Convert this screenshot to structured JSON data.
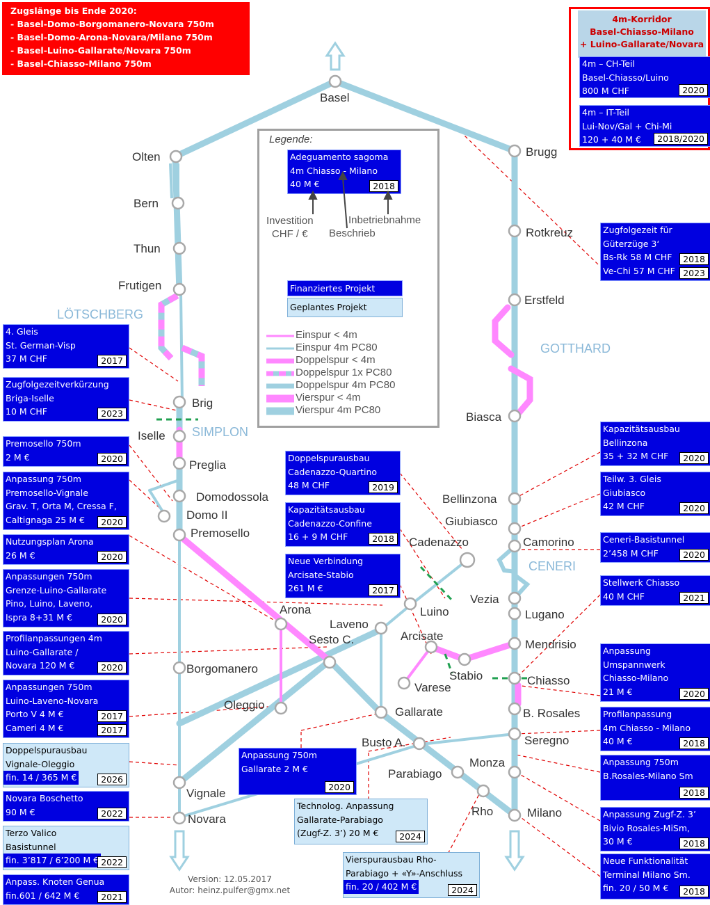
{
  "top_notice": {
    "title": "Zugslänge bis Ende 2020:",
    "lines": [
      "- Basel-Domo-Borgomanero-Novara 750m",
      "- Basel-Domo-Arona-Novara/Milano 750m",
      "- Basel-Luino-Gallarate/Novara 750m",
      "- Basel-Chiasso-Milano  750m"
    ]
  },
  "corridor": {
    "title": [
      "4m-Korridor",
      "Basel-Chiasso-Milano",
      "+ Luino-Gallarate/Novara"
    ],
    "ch_part": {
      "lines": [
        "4m – CH-Teil",
        "Basel-Chiasso/Luino",
        "800 M CHF"
      ],
      "year": "2020"
    },
    "it_part": {
      "lines": [
        "4m – IT-Teil",
        "Lui-Nov/Gal + Chi-Mi",
        "120 + 40 M €"
      ],
      "year": "2018/2020"
    }
  },
  "legend": {
    "title": "Legende:",
    "sample_lines": [
      "Adeguamento sagoma",
      "4m Chiasso - Milano",
      "40 M €"
    ],
    "sample_year": "2018",
    "investition": [
      "Investition",
      "CHF / €"
    ],
    "beschrieb": "Beschrieb",
    "inbetriebnahme": "Inbetriebnahme",
    "financed": "Finanziertes Projekt",
    "planned": "Geplantes Projekt",
    "line_types": [
      "Einspur < 4m",
      "Einspur 4m PC80",
      "Doppelspur   < 4m",
      "Doppelspur   1x PC80",
      "Doppelspur     4m PC80",
      "Vierspur       < 4m",
      "Vierspur       4m PC80"
    ]
  },
  "stations": {
    "basel": "Basel",
    "olten": "Olten",
    "bern": "Bern",
    "thun": "Thun",
    "frutigen": "Frutigen",
    "brig": "Brig",
    "iselle": "Iselle",
    "preglia": "Preglia",
    "domodossola": "Domodossola",
    "domo2": "Domo II",
    "premosello": "Premosello",
    "arona": "Arona",
    "borgomanero": "Borgomanero",
    "oleggio": "Oleggio",
    "vignale": "Vignale",
    "novara": "Novara",
    "sesto": "Sesto C.",
    "laveno": "Laveno",
    "luino": "Luino",
    "arcisate": "Arcisate",
    "stabio": "Stabio",
    "varese": "Varese",
    "gallarate": "Gallarate",
    "busto": "Busto A.",
    "parabiago": "Parabiago",
    "rho": "Rho",
    "monza": "Monza",
    "milano": "Milano",
    "brugg": "Brugg",
    "rotkreuz": "Rotkreuz",
    "erstfeld": "Erstfeld",
    "biasca": "Biasca",
    "bellinzona": "Bellinzona",
    "giubiasco": "Giubiasco",
    "cadenazzo": "Cadenazzo",
    "camorino": "Camorino",
    "vezia": "Vezia",
    "lugano": "Lugano",
    "mendrisio": "Mendrisio",
    "chiasso": "Chiasso",
    "brosales": "B. Rosales",
    "seregno": "Seregno"
  },
  "regions": {
    "loetschberg": "LÖTSCHBERG",
    "simplon": "SIMPLON",
    "gotthard": "GOTTHARD",
    "ceneri": "CENERI"
  },
  "projects_left": [
    {
      "lines": [
        "4. Gleis",
        "St. German-Visp",
        "37 M CHF"
      ],
      "year": "2017",
      "kind": "fin"
    },
    {
      "lines": [
        "Zugfolgezeitverkürzung",
        "Briga-Iselle",
        "10 M CHF"
      ],
      "year": "2023",
      "kind": "fin"
    },
    {
      "lines": [
        "Premosello 750m",
        "2 M €"
      ],
      "year": "2020",
      "kind": "fin"
    },
    {
      "lines": [
        "Anpassung 750m",
        "Premosello-Vignale",
        "Grav. T, Orta M, Cressa F,",
        "Caltignaga 25 M €"
      ],
      "year": "2020",
      "kind": "fin"
    },
    {
      "lines": [
        "Nutzungsplan Arona",
        "26 M €"
      ],
      "year": "2020",
      "kind": "fin"
    },
    {
      "lines": [
        "Anpassungen 750m",
        "Grenze-Luino-Gallarate",
        "Pino, Luino, Laveno,",
        "Ispra 8+31 M €"
      ],
      "year": "2020",
      "kind": "fin"
    },
    {
      "lines": [
        "Profilanpassungen 4m",
        "Luino-Gallarate /",
        "Novara  120 M €"
      ],
      "year": "2020",
      "kind": "fin"
    },
    {
      "lines": [
        "Anpassungen 750m",
        "Luino-Laveno-Novara",
        "Porto V 4  M €",
        "Cameri 4 M €"
      ],
      "year": "2017",
      "year2": "2017",
      "kind": "fin"
    },
    {
      "lines": [
        "Doppelspurausbau",
        "Vignale-Oleggio"
      ],
      "fin": "fin. 14 / 365 M €",
      "year": "2026",
      "kind": "plan"
    },
    {
      "lines": [
        "Novara Boschetto",
        "90 M €"
      ],
      "year": "2022",
      "kind": "fin"
    },
    {
      "lines": [
        "Terzo Valico",
        "Basistunnel"
      ],
      "fin": "fin. 3’817 / 6’200 M €",
      "year": "2022",
      "kind": "plan"
    },
    {
      "lines": [
        "Anpass. Knoten Genua"
      ],
      "fin": "fin.601 / 642 M €",
      "year": "2021",
      "kind": "fin"
    }
  ],
  "projects_mid": [
    {
      "lines": [
        "Doppelspurausbau",
        "Cadenazzo-Quartino",
        "48 M CHF"
      ],
      "year": "2019",
      "kind": "fin"
    },
    {
      "lines": [
        "Kapazitätsausbau",
        "Cadenazzo-Confine",
        "16 + 9 M CHF"
      ],
      "year": "2018",
      "kind": "fin"
    },
    {
      "lines": [
        "Neue Verbindung",
        "Arcisate-Stabio",
        "261 M €"
      ],
      "year": "2017",
      "kind": "fin"
    },
    {
      "lines": [
        "Anpassung 750m",
        "Gallarate  2 M €"
      ],
      "year": "2020",
      "kind": "fin"
    },
    {
      "lines": [
        "Technolog. Anpassung",
        "Gallarate-Parabiago",
        "(Zugf-Z. 3’) 20 M €"
      ],
      "year": "2024",
      "kind": "plan"
    },
    {
      "lines": [
        "Vierspurausbau Rho-",
        "Parabiago + «Y»-Anschluss"
      ],
      "fin": "fin. 20 / 402 M €",
      "year": "2024",
      "kind": "plan"
    }
  ],
  "projects_right": [
    {
      "lines": [
        "Zugfolgezeit für",
        "Güterzüge 3‘",
        "Bs-Rk 58 M CHF",
        "Ve-Chi 57 M CHF"
      ],
      "year": "2018",
      "year2": "2023",
      "kind": "fin"
    },
    {
      "lines": [
        "Kapazitätsausbau",
        "Bellinzona",
        "35 + 32 M CHF"
      ],
      "year": "2020",
      "kind": "fin"
    },
    {
      "lines": [
        "Teilw. 3. Gleis",
        "Giubiasco",
        "42 M CHF"
      ],
      "year": "2020",
      "kind": "fin"
    },
    {
      "lines": [
        "Ceneri-Basistunnel",
        "2’458 M CHF"
      ],
      "year": "2020",
      "kind": "fin"
    },
    {
      "lines": [
        "Stellwerk Chiasso",
        "40 M CHF"
      ],
      "year": "2021",
      "kind": "fin"
    },
    {
      "lines": [
        "Anpassung",
        "Umspannwerk",
        "Chiasso-Milano",
        "21 M €"
      ],
      "year": "2020",
      "kind": "fin"
    },
    {
      "lines": [
        "Profilanpassung",
        "4m Chiasso - Milano",
        "40 M €"
      ],
      "year": "2018",
      "kind": "fin"
    },
    {
      "lines": [
        "Anpassung 750m",
        "B.Rosales-Milano Sm"
      ],
      "year": "2018",
      "kind": "fin"
    },
    {
      "lines": [
        "Anpassung Zugf-Z. 3’",
        "Bivio Rosales-MiSm,",
        "30 M €"
      ],
      "year": "2018",
      "kind": "fin"
    },
    {
      "lines": [
        "Neue Funktionalität",
        "Terminal Milano Sm."
      ],
      "fin": "fin. 20 / 50 M €",
      "year": "2018",
      "kind": "fin"
    }
  ],
  "footer": {
    "version": "Version: 12.05.2017",
    "author": "Autor: heinz.pulfer@gmx.net"
  },
  "colors": {
    "financed": "#0000e0",
    "planned": "#cfe8f8",
    "track_4m": "#9fd0e0",
    "track_lt4m": "#ff88ff",
    "alert": "#ff0000"
  }
}
